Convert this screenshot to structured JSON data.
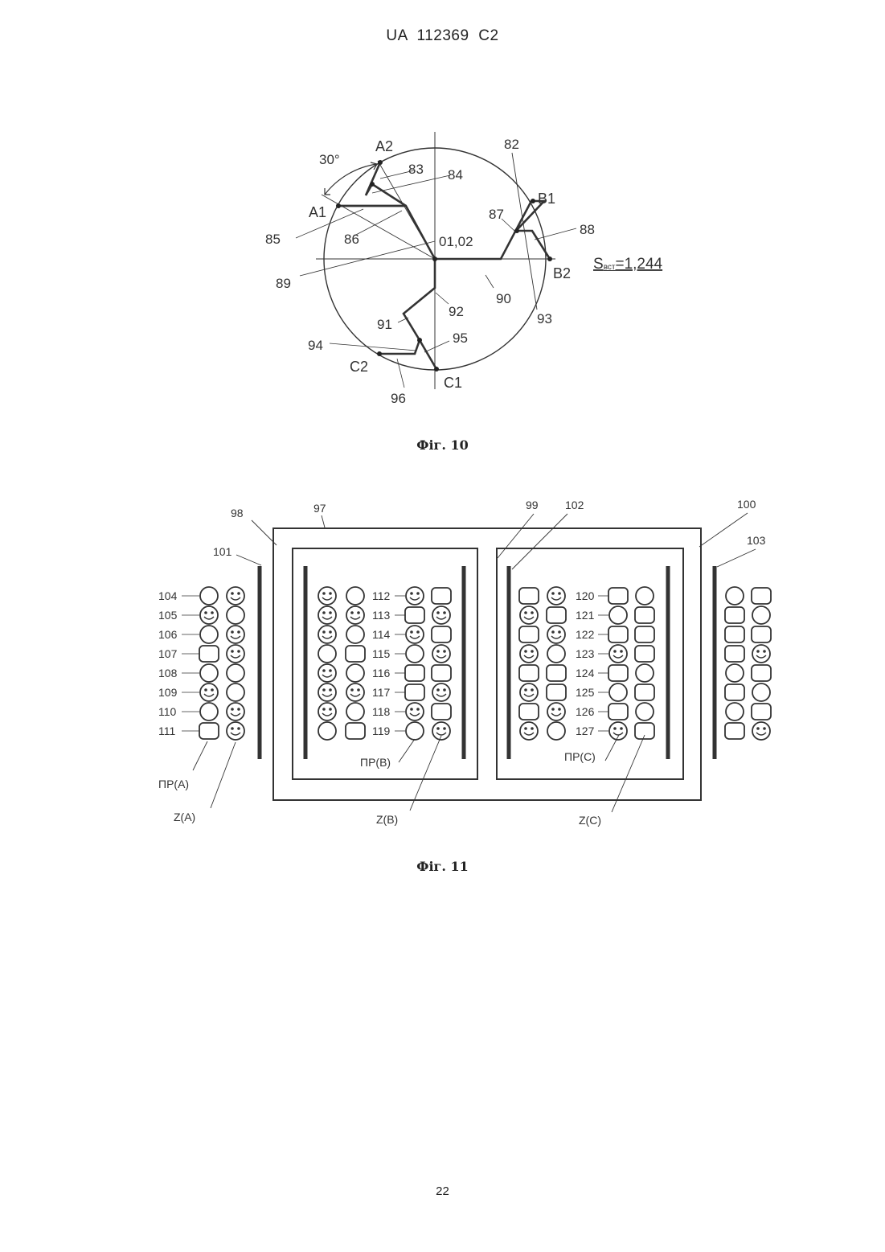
{
  "header": {
    "patent_id": "UA 112369 C2"
  },
  "figure10": {
    "caption": "Фіг. 10",
    "angle_label": "30°",
    "center_label": "01,02",
    "s_label_prefix": "S",
    "s_label_sub": "вст",
    "s_label_value": "=1,244",
    "points": [
      "A1",
      "A2",
      "B1",
      "B2",
      "C1",
      "C2"
    ],
    "refs": [
      "82",
      "83",
      "84",
      "85",
      "86",
      "87",
      "88",
      "89",
      "90",
      "91",
      "92",
      "93",
      "94",
      "95",
      "96"
    ]
  },
  "figure11": {
    "caption": "Фіг. 11",
    "frame_refs": [
      "97",
      "98",
      "99",
      "100",
      "101",
      "102",
      "103"
    ],
    "left_refs": [
      "104",
      "105",
      "106",
      "107",
      "108",
      "109",
      "110",
      "111"
    ],
    "mid_refs": [
      "112",
      "113",
      "114",
      "115",
      "116",
      "117",
      "118",
      "119"
    ],
    "right_refs": [
      "120",
      "121",
      "122",
      "123",
      "124",
      "125",
      "126",
      "127"
    ],
    "group_labels": [
      "ПР(А)",
      "Z(A)",
      "ПР(В)",
      "Z(B)",
      "ПР(С)",
      "Z(C)"
    ]
  },
  "page_number": "22"
}
